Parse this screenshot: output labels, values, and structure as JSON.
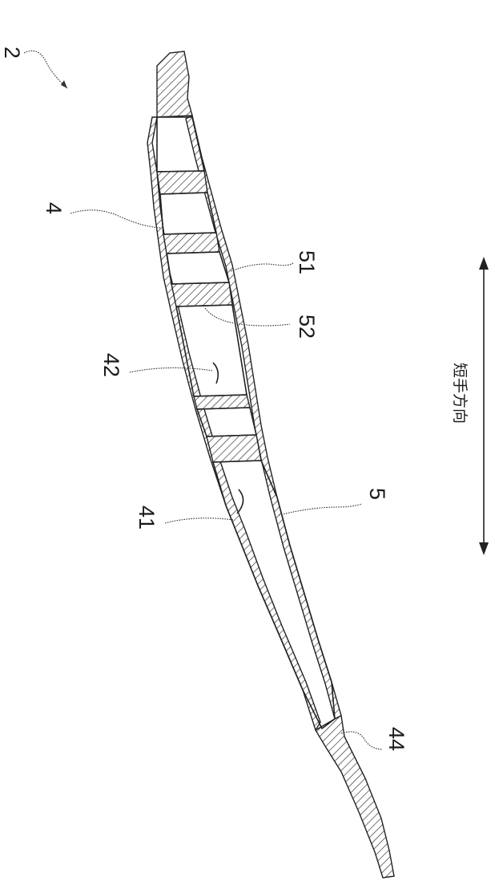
{
  "figure": {
    "reference_labels": {
      "assembly": "2",
      "outer_panel": "4",
      "rib_lower": "51",
      "rib_mid": "52",
      "inner_face_42": "42",
      "inner_face_41": "41",
      "inner_panel": "5",
      "tip_joint": "44"
    },
    "direction_label": "短手方向"
  }
}
